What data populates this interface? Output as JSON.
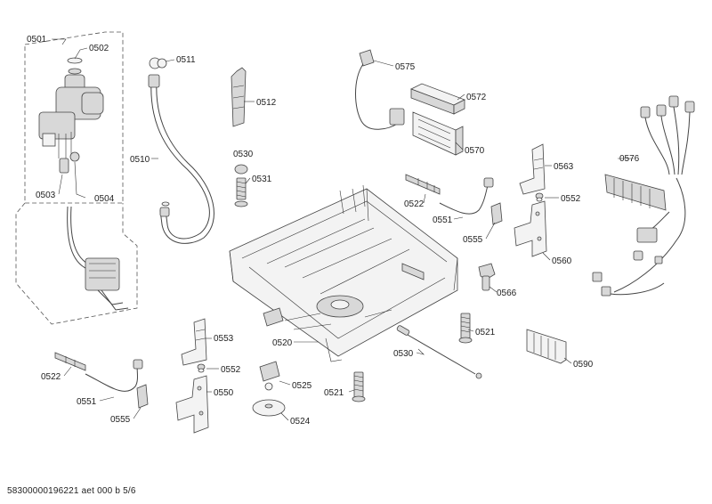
{
  "labels": {
    "l0501": "0501",
    "l0502": "0502",
    "l0503": "0503",
    "l0504": "0504",
    "l0510": "0510",
    "l0511": "0511",
    "l0512": "0512",
    "l0530a": "0530",
    "l0531": "0531",
    "l0575": "0575",
    "l0572": "0572",
    "l0570": "0570",
    "l0576": "0576",
    "l0563": "0563",
    "l0552a": "0552",
    "l0522a": "0522",
    "l0551a": "0551",
    "l0555a": "0555",
    "l0560": "0560",
    "l0566": "0566",
    "l0520": "0520",
    "l0521a": "0521",
    "l0530b": "0530",
    "l0590": "0590",
    "l0553": "0553",
    "l0552b": "0552",
    "l0550": "0550",
    "l0525": "0525",
    "l0524": "0524",
    "l0521b": "0521",
    "l0522b": "0522",
    "l0551b": "0551",
    "l0555b": "0555"
  },
  "footer": "58300000196221 aet 000 b 5/6"
}
